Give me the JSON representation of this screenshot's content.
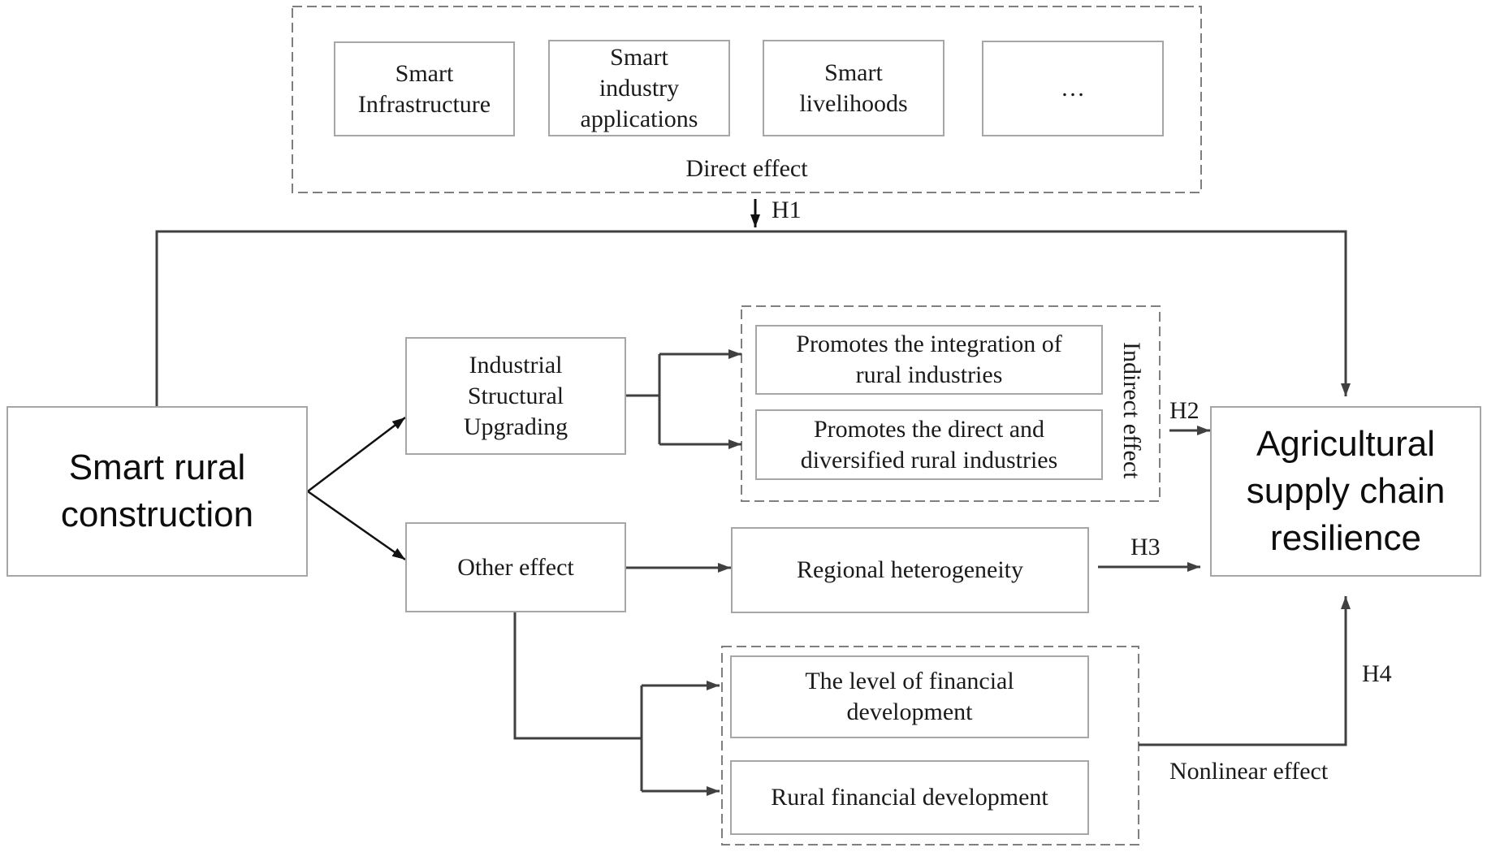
{
  "direct_effect": {
    "items": [
      "Smart\nInfrastructure",
      "Smart\nindustry\napplications",
      "Smart\nlivelihoods",
      "…"
    ],
    "label": "Direct effect"
  },
  "hypotheses": {
    "h1": "H1",
    "h2": "H2",
    "h3": "H3",
    "h4": "H4"
  },
  "source": "Smart rural\nconstruction",
  "target": "Agricultural\nsupply chain\nresilience",
  "industrial": {
    "label": "Industrial\nStructural\nUpgrading",
    "items": [
      "Promotes the integration of\nrural industries",
      "Promotes the direct and\ndiversified rural industries"
    ],
    "group_label": "Indirect effect"
  },
  "other": {
    "label": "Other effect",
    "regional": "Regional heterogeneity",
    "items": [
      "The level of financial\ndevelopment",
      "Rural financial development"
    ],
    "group_label": "Nonlinear effect"
  }
}
